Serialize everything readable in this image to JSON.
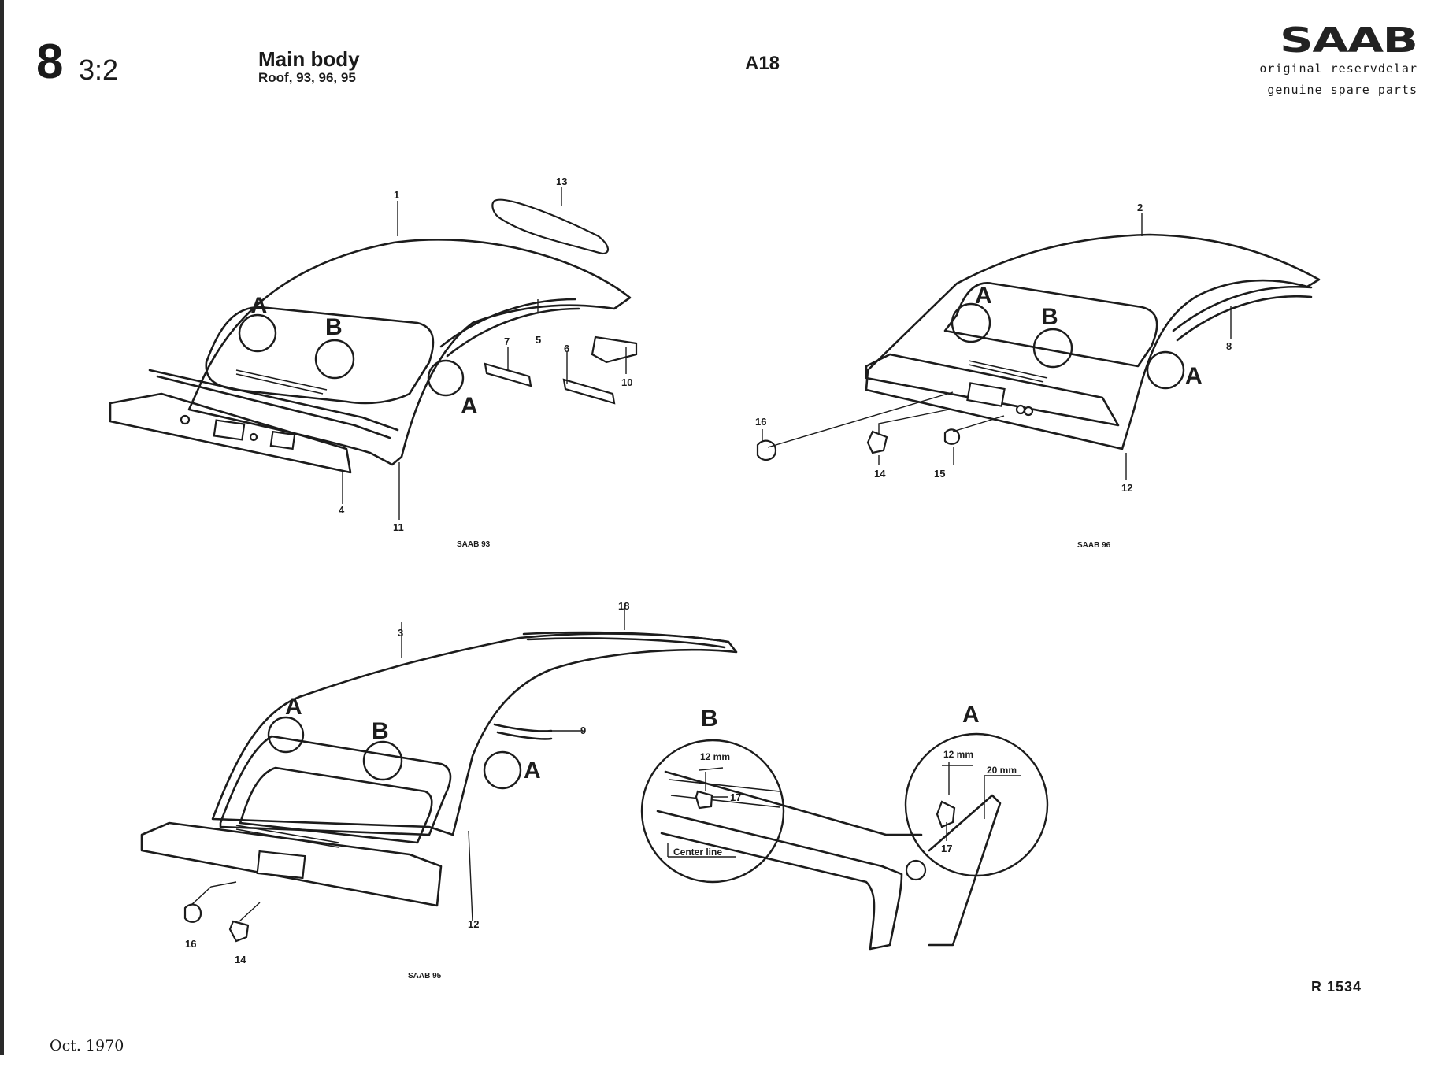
{
  "header": {
    "section_number": "8",
    "section_sub": "3:2",
    "title": "Main body",
    "subtitle": "Roof, 93, 96, 95",
    "plate_id": "A18"
  },
  "brand": {
    "logo": "SAAB",
    "line1": "original reservdelar",
    "line2": "genuine spare parts"
  },
  "footer": {
    "ref": "R 1534",
    "date": "Oct. 1970"
  },
  "diagram": {
    "captions": {
      "saab93": "SAAB 93",
      "saab96": "SAAB 96",
      "saab95": "SAAB 95"
    },
    "markers": {
      "a": "A",
      "b": "B"
    },
    "detail": {
      "dim_12": "12 mm",
      "dim_20": "20 mm",
      "center_line": "Center line"
    },
    "part_numbers": {
      "p1": "1",
      "p2": "2",
      "p3": "3",
      "p4": "4",
      "p5": "5",
      "p6": "6",
      "p7": "7",
      "p8": "8",
      "p9": "9",
      "p10": "10",
      "p11": "11",
      "p12": "12",
      "p13": "13",
      "p14": "14",
      "p15": "15",
      "p16": "16",
      "p17": "17",
      "p18": "18"
    }
  }
}
